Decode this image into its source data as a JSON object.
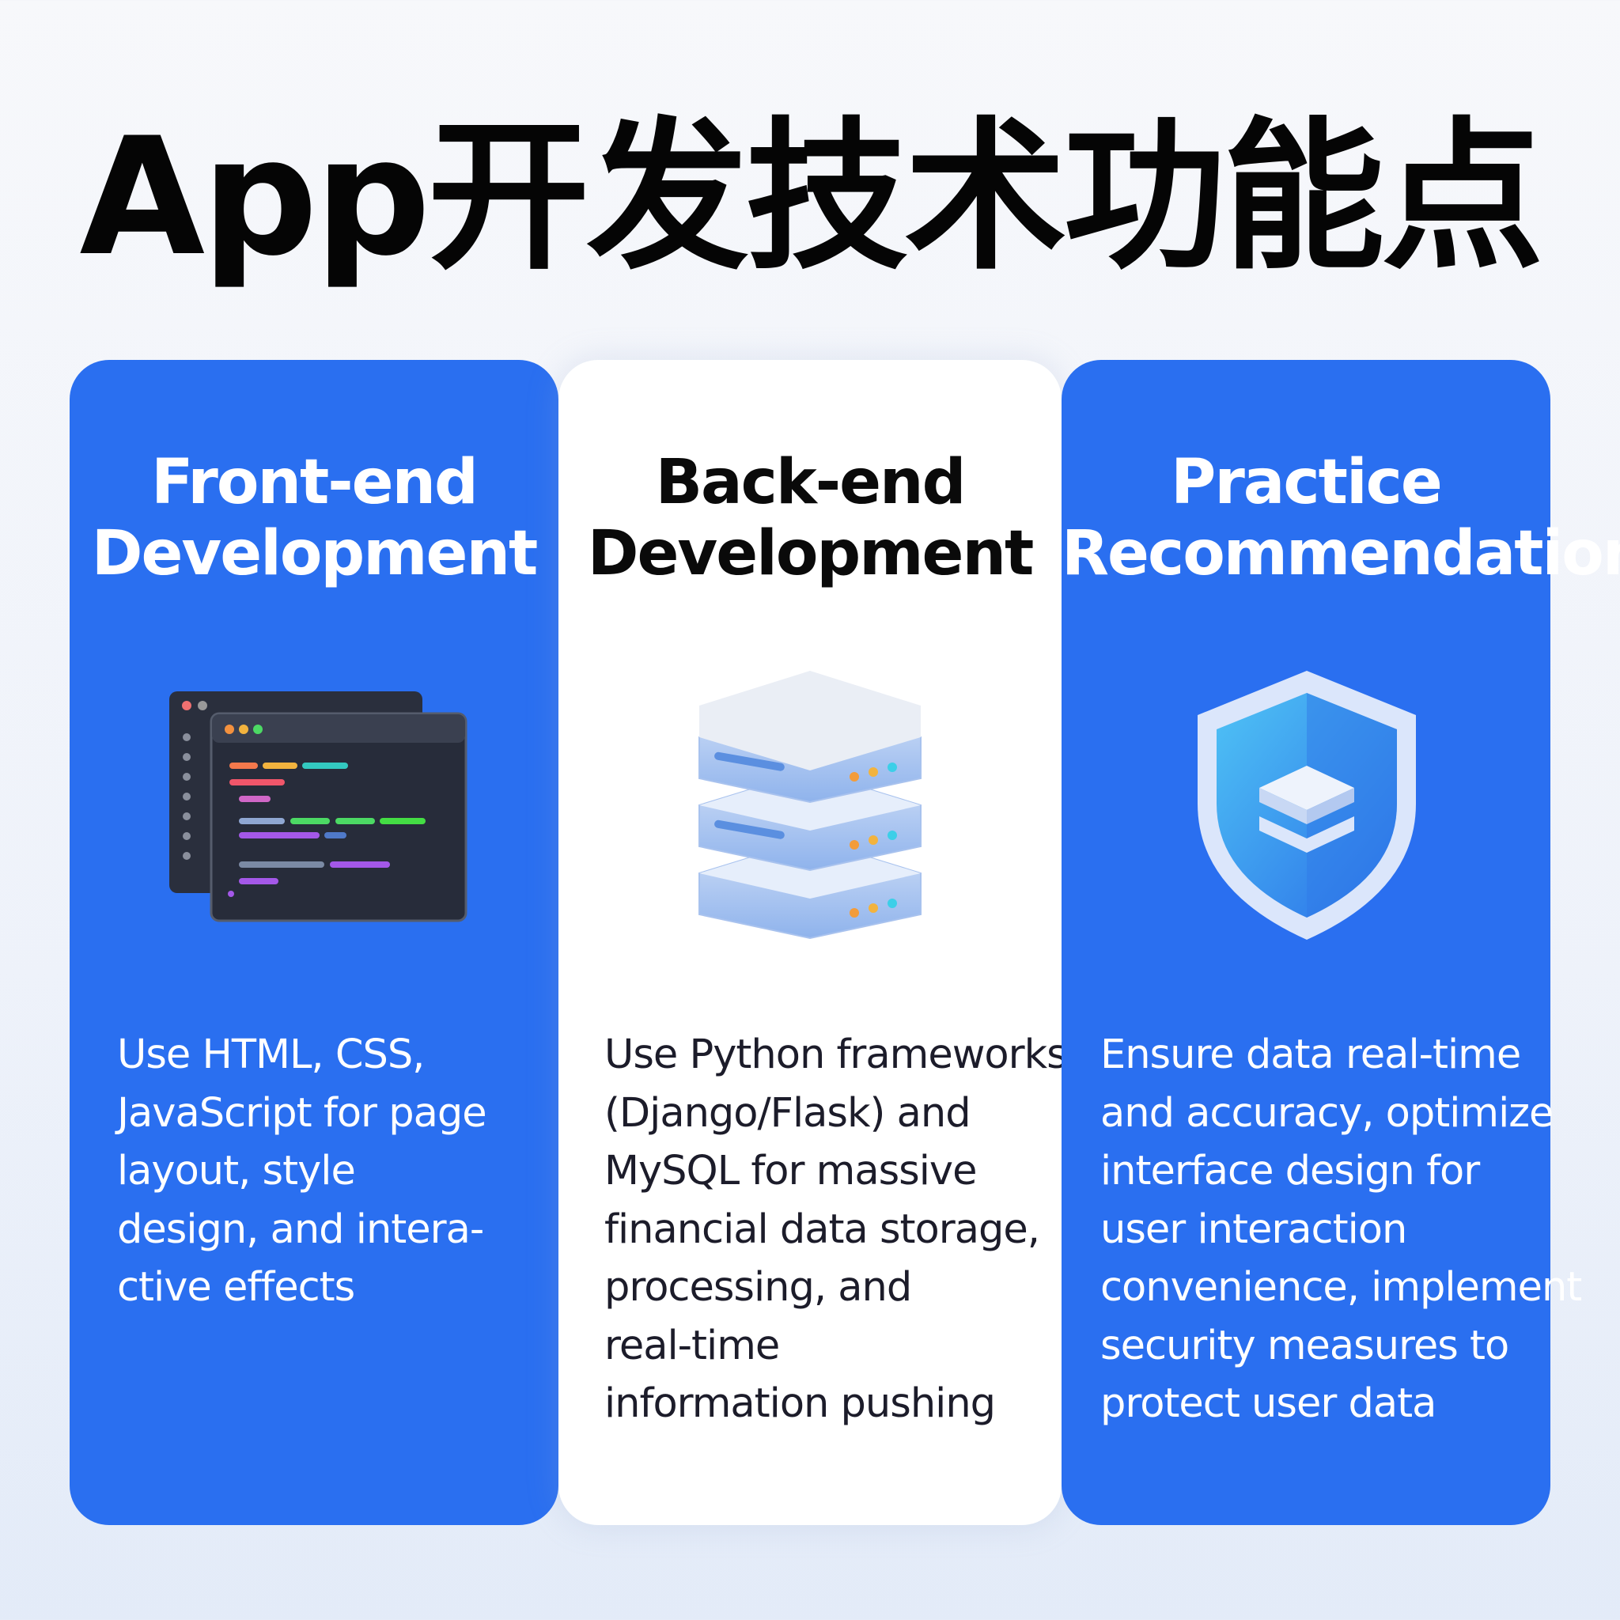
{
  "title": "App开发技术功能点",
  "colors": {
    "card_blue": "#2a6ff0",
    "card_white": "#ffffff",
    "title": "#050505"
  },
  "cards": [
    {
      "heading": [
        "Front-end",
        "Development"
      ],
      "icon": "code-window-icon",
      "body": [
        "Use HTML, CSS,",
        "JavaScript for page",
        "layout, style",
        "design, and intera-",
        "ctive effects"
      ]
    },
    {
      "heading": [
        "Back-end",
        "Development"
      ],
      "icon": "server-stack-icon",
      "body": [
        "Use Python frameworks",
        "(Django/Flask) and",
        "MySQL for massive",
        "financial data storage,",
        "processing, and",
        "real-time",
        "information pushing"
      ]
    },
    {
      "heading": [
        "Practice",
        "Recommendations"
      ],
      "icon": "shield-icon",
      "body": [
        "Ensure data real-time",
        "and accuracy, optimize",
        "interface design for",
        "user interaction",
        "convenience, implement",
        "security measures to",
        "protect user data"
      ]
    }
  ]
}
